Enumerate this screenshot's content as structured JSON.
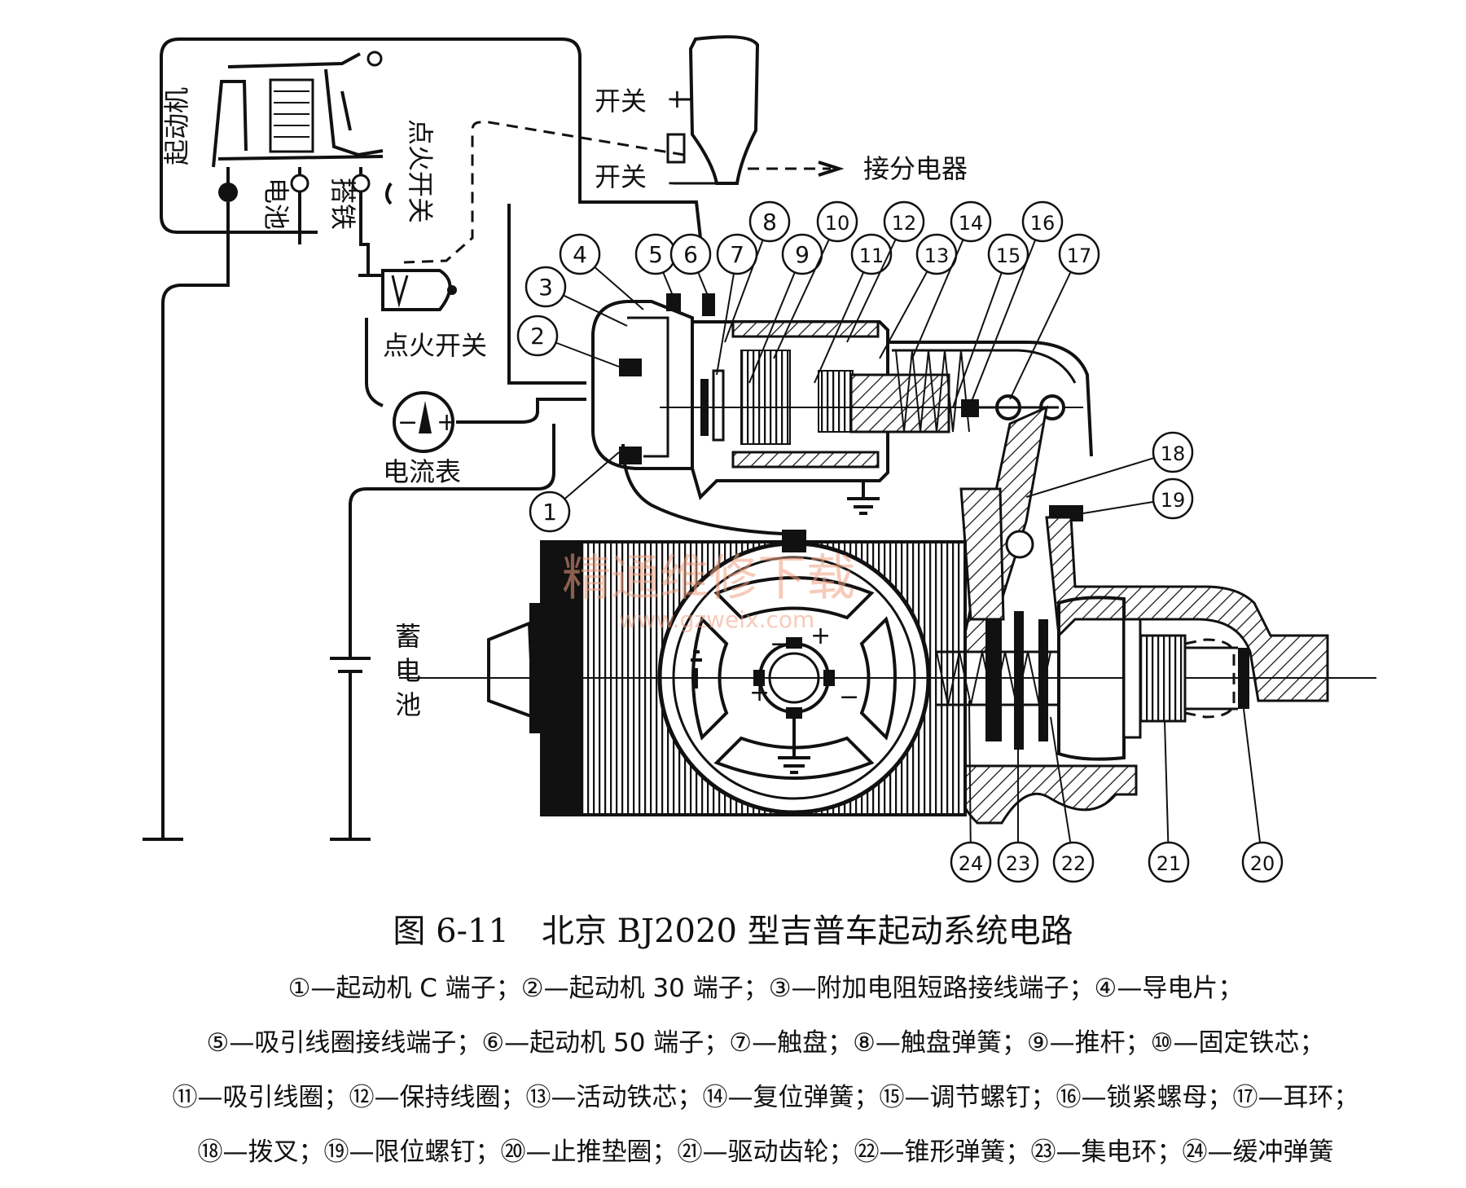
{
  "caption": {
    "title": "图 6-11　北京 BJ2020 型吉普车起动系统电路"
  },
  "labels": {
    "starter_relay": "起动机",
    "relay_battery": "电池",
    "relay_ground": "搭铁",
    "relay_ignition": "点火开关",
    "switch_plus": "开关",
    "switch_minus": "开关",
    "plus_sign": "+",
    "minus_sign": "−",
    "to_distributor": "接分电器",
    "ignition_switch": "点火开关",
    "ammeter": "电流表",
    "battery": [
      "蓄",
      "电",
      "池"
    ],
    "watermark_cn": "精通维修下载",
    "watermark_url": "www.gzweix.com"
  },
  "callouts": [
    "①",
    "②",
    "③",
    "④",
    "⑤",
    "⑥",
    "⑦",
    "⑧",
    "⑨",
    "⑩",
    "⑪",
    "⑫",
    "⑬",
    "⑭",
    "⑮",
    "⑯",
    "⑰",
    "⑱",
    "⑲",
    "⑳",
    "㉑",
    "㉒",
    "㉓",
    "㉔"
  ],
  "legend": [
    [
      "①—起动机 C 端子；",
      "②—起动机 30 端子；",
      "③—附加电阻短路接线端子；",
      "④—导电片；"
    ],
    [
      "⑤—吸引线圈接线端子；",
      "⑥—起动机 50 端子；",
      "⑦—触盘；",
      "⑧—触盘弹簧；",
      "⑨—推杆；",
      "⑩—固定铁芯；"
    ],
    [
      "⑪—吸引线圈；",
      "⑫—保持线圈；",
      "⑬—活动铁芯；",
      "⑭—复位弹簧；",
      "⑮—调节螺钉；",
      "⑯—锁紧螺母；",
      "⑰—耳环；"
    ],
    [
      "⑱—拨叉；",
      "⑲—限位螺钉；",
      "⑳—止推垫圈；",
      "㉑—驱动齿轮；",
      "㉒—锥形弹簧；",
      "㉓—集电环；",
      "㉔—缓冲弹簧"
    ]
  ]
}
